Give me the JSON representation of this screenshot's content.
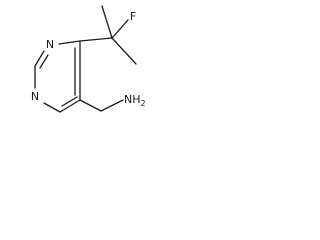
{
  "molecule": {
    "atoms": {
      "n_upper": "N",
      "n_lower": "N",
      "fluorine": "F",
      "amine": "NH",
      "amine_subscript": "2"
    }
  }
}
